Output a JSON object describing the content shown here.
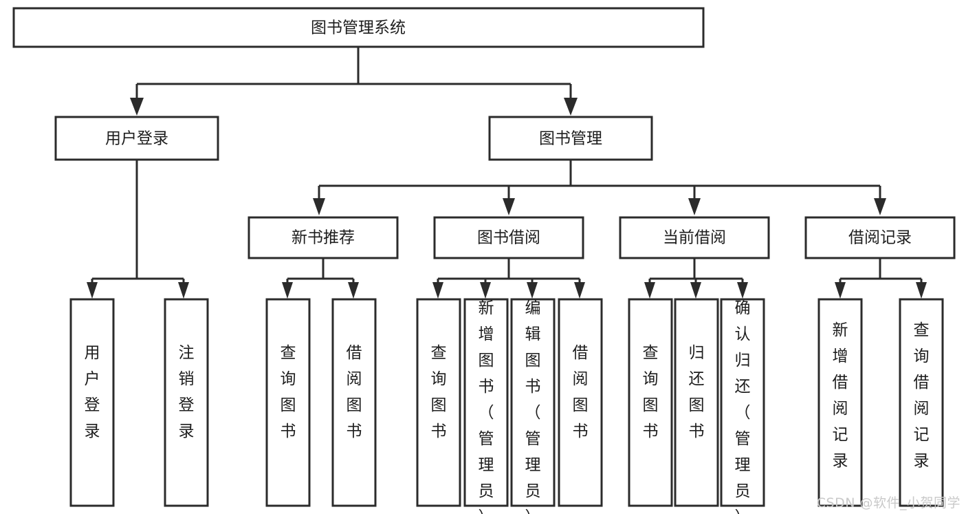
{
  "diagram": {
    "type": "tree",
    "title": "图书管理系统",
    "orientation": "top-down",
    "watermark": "CSDN @软件_小贺同学",
    "colors": {
      "box_fill": "#ffffff",
      "box_stroke": "#2b2b2b",
      "text": "#1d1d1d",
      "connector": "#2b2b2b",
      "watermark": "#c9c9c9",
      "background": "#ffffff"
    },
    "nodes": {
      "root": {
        "label": "图书管理系统",
        "level": 0,
        "orientation": "horizontal"
      },
      "l1": [
        {
          "id": "user-login",
          "label": "用户登录",
          "level": 1,
          "orientation": "horizontal"
        },
        {
          "id": "book-manage",
          "label": "图书管理",
          "level": 1,
          "orientation": "horizontal"
        }
      ],
      "l2": [
        {
          "id": "new-book-rec",
          "label": "新书推荐",
          "level": 2,
          "orientation": "horizontal",
          "parent": "book-manage"
        },
        {
          "id": "book-borrow",
          "label": "图书借阅",
          "level": 2,
          "orientation": "horizontal",
          "parent": "book-manage"
        },
        {
          "id": "current-borrow",
          "label": "当前借阅",
          "level": 2,
          "orientation": "horizontal",
          "parent": "book-manage"
        },
        {
          "id": "borrow-record",
          "label": "借阅记录",
          "level": 2,
          "orientation": "horizontal",
          "parent": "book-manage"
        }
      ],
      "leaves": [
        {
          "id": "leaf-user-login",
          "label": "用户登录",
          "parent": "user-login",
          "orientation": "vertical"
        },
        {
          "id": "leaf-user-logout",
          "label": "注销登录",
          "parent": "user-login",
          "orientation": "vertical"
        },
        {
          "id": "leaf-query-book-1",
          "label": "查询图书",
          "parent": "new-book-rec",
          "orientation": "vertical"
        },
        {
          "id": "leaf-borrow-book-1",
          "label": "借阅图书",
          "parent": "new-book-rec",
          "orientation": "vertical"
        },
        {
          "id": "leaf-query-book-2",
          "label": "查询图书",
          "parent": "book-borrow",
          "orientation": "vertical"
        },
        {
          "id": "leaf-add-book",
          "label": "新增图书（管理员）",
          "parent": "book-borrow",
          "orientation": "vertical"
        },
        {
          "id": "leaf-edit-book",
          "label": "编辑图书（管理员）",
          "parent": "book-borrow",
          "orientation": "vertical"
        },
        {
          "id": "leaf-borrow-book-2",
          "label": "借阅图书",
          "parent": "book-borrow",
          "orientation": "vertical"
        },
        {
          "id": "leaf-query-book-3",
          "label": "查询图书",
          "parent": "current-borrow",
          "orientation": "vertical"
        },
        {
          "id": "leaf-return-book",
          "label": "归还图书",
          "parent": "current-borrow",
          "orientation": "vertical"
        },
        {
          "id": "leaf-confirm-return",
          "label": "确认归还（管理员）",
          "parent": "current-borrow",
          "orientation": "vertical"
        },
        {
          "id": "leaf-add-record",
          "label": "新增借阅记录",
          "parent": "borrow-record",
          "orientation": "vertical"
        },
        {
          "id": "leaf-query-record",
          "label": "查询借阅记录",
          "parent": "borrow-record",
          "orientation": "vertical"
        }
      ]
    }
  }
}
